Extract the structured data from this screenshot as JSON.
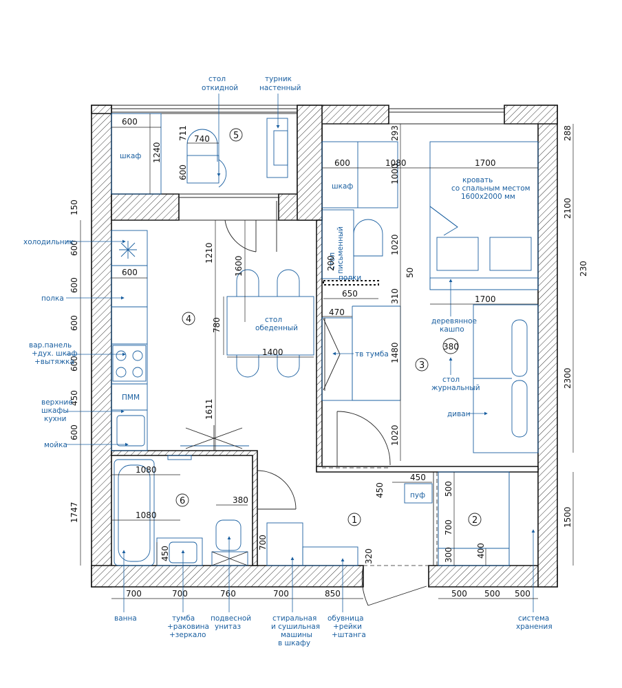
{
  "rooms": {
    "r1": "1",
    "r2": "2",
    "r3": "3",
    "r4": "4",
    "r5": "5",
    "r6": "6"
  },
  "labels": {
    "table_folding": [
      "стол",
      "откидной"
    ],
    "pullup_bar": [
      "турник",
      "настенный"
    ],
    "wardrobe_balcony": "шкаф",
    "wardrobe_room3": "шкаф",
    "desk": [
      "стол",
      "письменный"
    ],
    "shelves": "полки",
    "bed": [
      "кровать",
      "со спальным местом",
      "1600х2000 мм"
    ],
    "basket": [
      "деревянное",
      "кашпо"
    ],
    "coffee_table": [
      "стол",
      "журнальный"
    ],
    "sofa": "диван",
    "tv_stand": "тв тумба",
    "dining_table": [
      "стол",
      "обеденный"
    ],
    "pmm": "ПММ",
    "pouf": "пуф",
    "fridge": "холодильник",
    "shelf": "полка",
    "panel": [
      "вар.панель",
      "+дух. шкаф",
      "+вытяжка"
    ],
    "upper_cab": [
      "верхние",
      "шкафы",
      "кухни"
    ],
    "sink": "мойка",
    "bath": "ванна",
    "vanity": [
      "тумба",
      "+раковина",
      "+зеркало"
    ],
    "wc": [
      "подвесной",
      "унитаз"
    ],
    "washers": [
      "стиральная",
      "и сушильная",
      "машины",
      "в шкафу"
    ],
    "shoes": [
      "обувница",
      "+рейки",
      "+штанга"
    ],
    "storage": [
      "система",
      "хранения"
    ]
  },
  "dims": {
    "bal_600": "600",
    "bal_1240": "1240",
    "bal_711": "711",
    "bal_740": "740",
    "bal_600v": "600",
    "top_150": "150",
    "k_600a": "600",
    "k_600b": "600",
    "k_600c": "600",
    "k_600d": "600",
    "k_450": "450",
    "k_600e": "600",
    "k_600top": "600",
    "k_1210": "1210",
    "k_1600": "1600",
    "k_780": "780",
    "k_1400": "1400",
    "k_1611": "1611",
    "r3_293": "293",
    "r3_600": "600",
    "r3_1080": "1080",
    "r3_1000": "1000",
    "r3_1700a": "1700",
    "r3_288": "288",
    "r3_2100": "2100",
    "r3_200": "200",
    "r3_1020a": "1020",
    "r3_50": "50",
    "r3_650": "650",
    "r3_310": "310",
    "r3_1700b": "1700",
    "r3_230": "230",
    "r3_470": "470",
    "r3_1480": "1480",
    "r3_380": "380",
    "r3_2300": "2300",
    "r3_1020b": "1020",
    "b_1080a": "1080",
    "b_1080b": "1080",
    "b_380": "380",
    "b_450": "450",
    "b_1747": "1747",
    "h_700": "700",
    "h_450": "450",
    "h_450pouf": "450",
    "h_320": "320",
    "r2_500": "500",
    "r2_700": "700",
    "r2_300": "300",
    "r2_400": "400",
    "r2_1500": "1500",
    "bot_700a": "700",
    "bot_700b": "700",
    "bot_760": "760",
    "bot_700c": "700",
    "bot_850": "850",
    "bot_500a": "500",
    "bot_500b": "500",
    "bot_500c": "500"
  }
}
